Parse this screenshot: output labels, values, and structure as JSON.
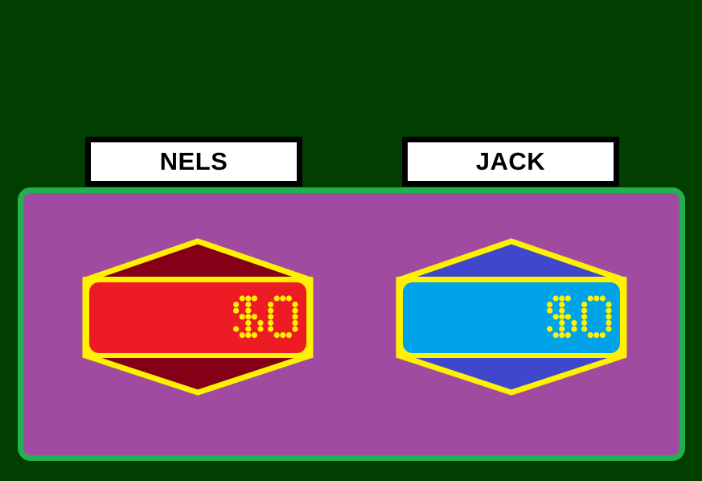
{
  "players": [
    {
      "name": "NELS",
      "score": "$0",
      "colors": {
        "hex": "#850016",
        "band": "#ed1c24"
      }
    },
    {
      "name": "JACK",
      "score": "$0",
      "colors": {
        "hex": "#3f48cc",
        "band": "#00a2e8"
      }
    }
  ],
  "colors": {
    "background": "#003f00",
    "panel": "#a04ba0",
    "panel_border": "#22b14c",
    "trim": "#fff200"
  }
}
